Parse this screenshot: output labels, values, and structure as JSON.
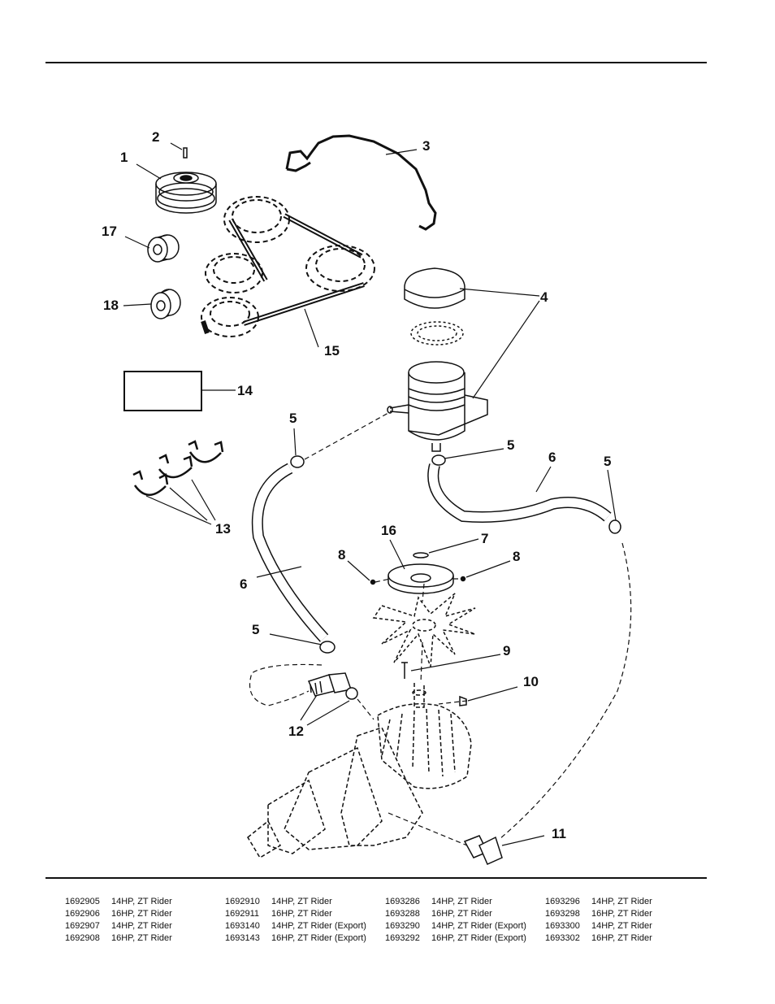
{
  "callouts": [
    {
      "id": "c1",
      "text": "1"
    },
    {
      "id": "c2",
      "text": "2"
    },
    {
      "id": "c3",
      "text": "3"
    },
    {
      "id": "c4",
      "text": "4"
    },
    {
      "id": "c5a",
      "text": "5"
    },
    {
      "id": "c5b",
      "text": "5"
    },
    {
      "id": "c5c",
      "text": "5"
    },
    {
      "id": "c5d",
      "text": "5"
    },
    {
      "id": "c6a",
      "text": "6"
    },
    {
      "id": "c6b",
      "text": "6"
    },
    {
      "id": "c7",
      "text": "7"
    },
    {
      "id": "c8a",
      "text": "8"
    },
    {
      "id": "c8b",
      "text": "8"
    },
    {
      "id": "c9",
      "text": "9"
    },
    {
      "id": "c10",
      "text": "10"
    },
    {
      "id": "c11",
      "text": "11"
    },
    {
      "id": "c12",
      "text": "12"
    },
    {
      "id": "c13",
      "text": "13"
    },
    {
      "id": "c14",
      "text": "14"
    },
    {
      "id": "c15",
      "text": "15"
    },
    {
      "id": "c16",
      "text": "16"
    },
    {
      "id": "c17",
      "text": "17"
    },
    {
      "id": "c18",
      "text": "18"
    }
  ],
  "models": [
    [
      {
        "part": "1692905",
        "desc": "14HP, ZT Rider"
      },
      {
        "part": "1692906",
        "desc": "16HP, ZT Rider"
      },
      {
        "part": "1692907",
        "desc": "14HP, ZT Rider"
      },
      {
        "part": "1692908",
        "desc": "16HP, ZT Rider"
      }
    ],
    [
      {
        "part": "1692910",
        "desc": "14HP, ZT Rider"
      },
      {
        "part": "1692911",
        "desc": "16HP, ZT Rider"
      },
      {
        "part": "1693140",
        "desc": "14HP, ZT Rider (Export)"
      },
      {
        "part": "1693143",
        "desc": "16HP, ZT Rider (Export)"
      }
    ],
    [
      {
        "part": "1693286",
        "desc": "14HP, ZT Rider"
      },
      {
        "part": "1693288",
        "desc": "16HP, ZT Rider"
      },
      {
        "part": "1693290",
        "desc": "14HP, ZT Rider (Export)"
      },
      {
        "part": "1693292",
        "desc": "16HP, ZT Rider (Export)"
      }
    ],
    [
      {
        "part": "1693296",
        "desc": "14HP, ZT Rider"
      },
      {
        "part": "1693298",
        "desc": "16HP, ZT Rider"
      },
      {
        "part": "1693300",
        "desc": "14HP, ZT Rider"
      },
      {
        "part": "1693302",
        "desc": "16HP, ZT Rider"
      }
    ]
  ]
}
